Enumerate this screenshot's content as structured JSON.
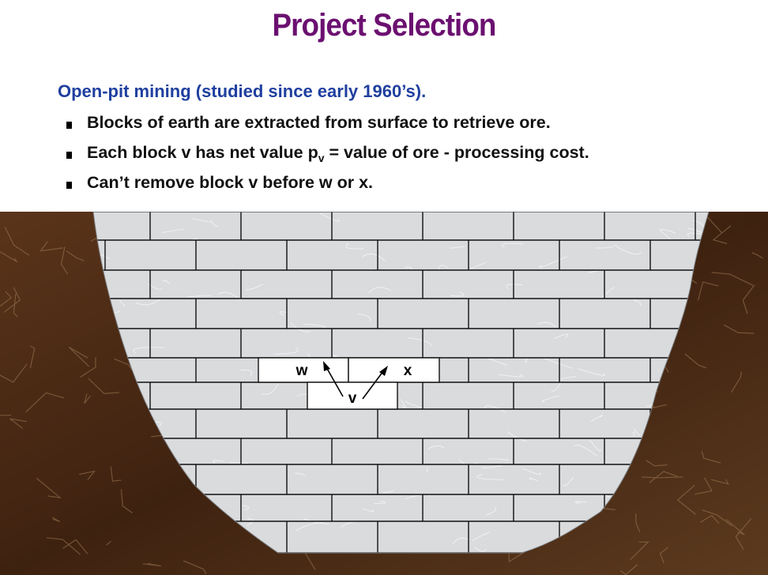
{
  "slide": {
    "title": "Project Selection",
    "subtitle": "Open-pit mining (studied since early 1960’s).",
    "bullets": [
      {
        "pre": "Blocks of earth are extracted from surface to retrieve ore.",
        "sub": "",
        "post": ""
      },
      {
        "pre": "Each block v has net value p",
        "sub": "v",
        "post": " = value of ore - processing cost."
      },
      {
        "pre": "Can’t remove block v before w or x.",
        "sub": "",
        "post": ""
      }
    ]
  },
  "diagram": {
    "blocks": [
      {
        "id": "w",
        "label": "w"
      },
      {
        "id": "x",
        "label": "x"
      },
      {
        "id": "v",
        "label": "v"
      }
    ],
    "colors": {
      "soil": "#4a2a14",
      "soil_light": "#8a5f3a",
      "rock": "#d9dbdd",
      "highlight_block": "#ffffff",
      "title": "#6b1070",
      "subtitle": "#1f3f9f"
    }
  }
}
